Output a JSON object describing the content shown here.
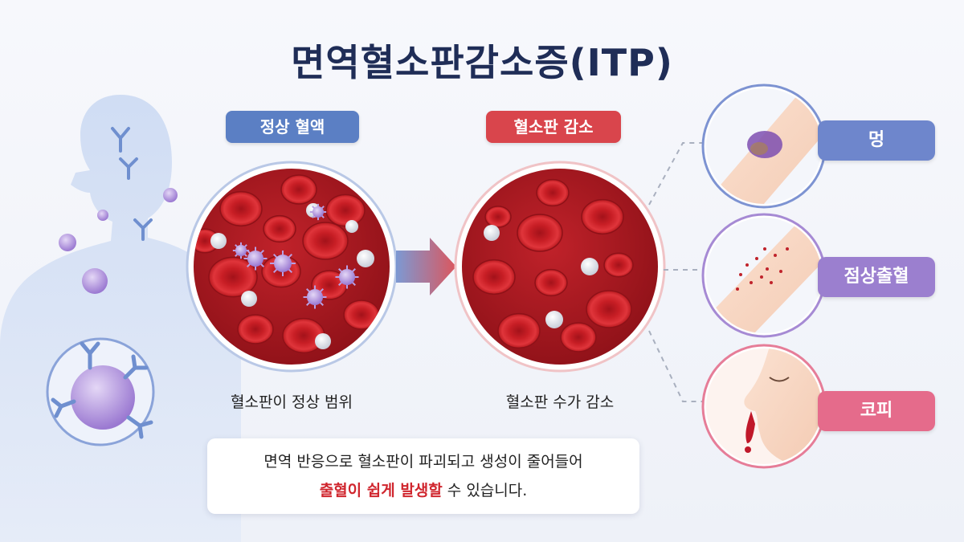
{
  "title": "면역혈소판감소증(ITP)",
  "panels": {
    "normal": {
      "label": "정상 혈액",
      "caption": "혈소판이 정상 범위",
      "color": "#5b7fc4"
    },
    "reduced": {
      "label": "혈소판 감소",
      "caption": "혈소판 수가 감소",
      "color": "#d9454c"
    }
  },
  "symptoms": [
    {
      "label": "멍",
      "color": "#6e86cc",
      "icon": "bruise-arm-icon"
    },
    {
      "label": "점상출혈",
      "color": "#9b7fcf",
      "icon": "petechiae-arm-icon"
    },
    {
      "label": "코피",
      "color": "#e56b8b",
      "icon": "nosebleed-face-icon"
    }
  ],
  "note": {
    "line1": "면역 반응으로 혈소판이 파괴되고 생성이 줄어들어",
    "highlight": "출혈이 쉽게 발생할",
    "line2_rest": " 수 있습니다."
  },
  "colors": {
    "title": "#1f2d57",
    "blood": "#b0191f",
    "rbc": "#d8262c",
    "platelet": "#e9ecf3",
    "immune": "#a687d9",
    "antibody": "#6f8fcf",
    "highlight": "#d0262e"
  }
}
